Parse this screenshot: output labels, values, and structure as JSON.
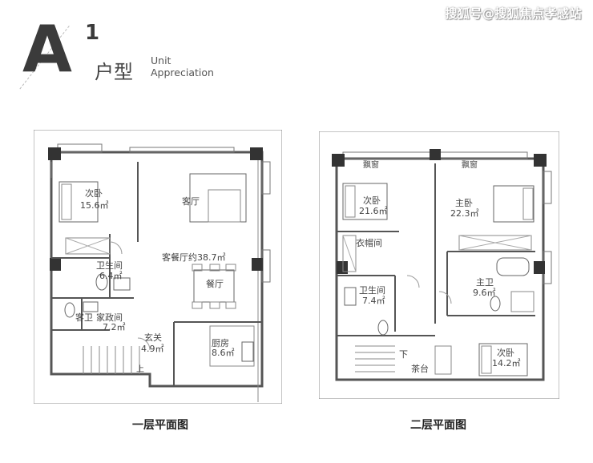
{
  "watermark": "搜狐号@搜狐焦点孝感站",
  "header": {
    "letter": "A",
    "number": "1",
    "title_cn": "户型",
    "title_en_1": "Unit",
    "title_en_2": "Appreciation"
  },
  "floor1": {
    "caption": "一层平面图",
    "rooms": {
      "bedroom_name": "次卧",
      "bedroom_area": "15.6㎡",
      "living": "客厅",
      "bath_name": "卫生间",
      "bath_area": "6.4㎡",
      "living_dining": "客餐厅约38.7㎡",
      "dining": "餐厅",
      "guest_wc": "客卫",
      "maid_name": "家政间",
      "maid_area": "7.2㎡",
      "foyer_name": "玄关",
      "foyer_area": "4.9㎡",
      "kitchen_name": "厨房",
      "kitchen_area": "8.6㎡",
      "stair": "上"
    }
  },
  "floor2": {
    "caption": "二层平面图",
    "rooms": {
      "bay1": "飘窗",
      "bay2": "飘窗",
      "bed2_name": "次卧",
      "bed2_area": "21.6㎡",
      "master_name": "主卧",
      "master_area": "22.3㎡",
      "closet": "衣帽间",
      "bath_name": "卫生间",
      "bath_area": "7.4㎡",
      "master_bath_name": "主卫",
      "master_bath_area": "9.6㎡",
      "stair": "下",
      "tea": "茶台",
      "bed3_name": "次卧",
      "bed3_area": "14.2㎡"
    }
  }
}
